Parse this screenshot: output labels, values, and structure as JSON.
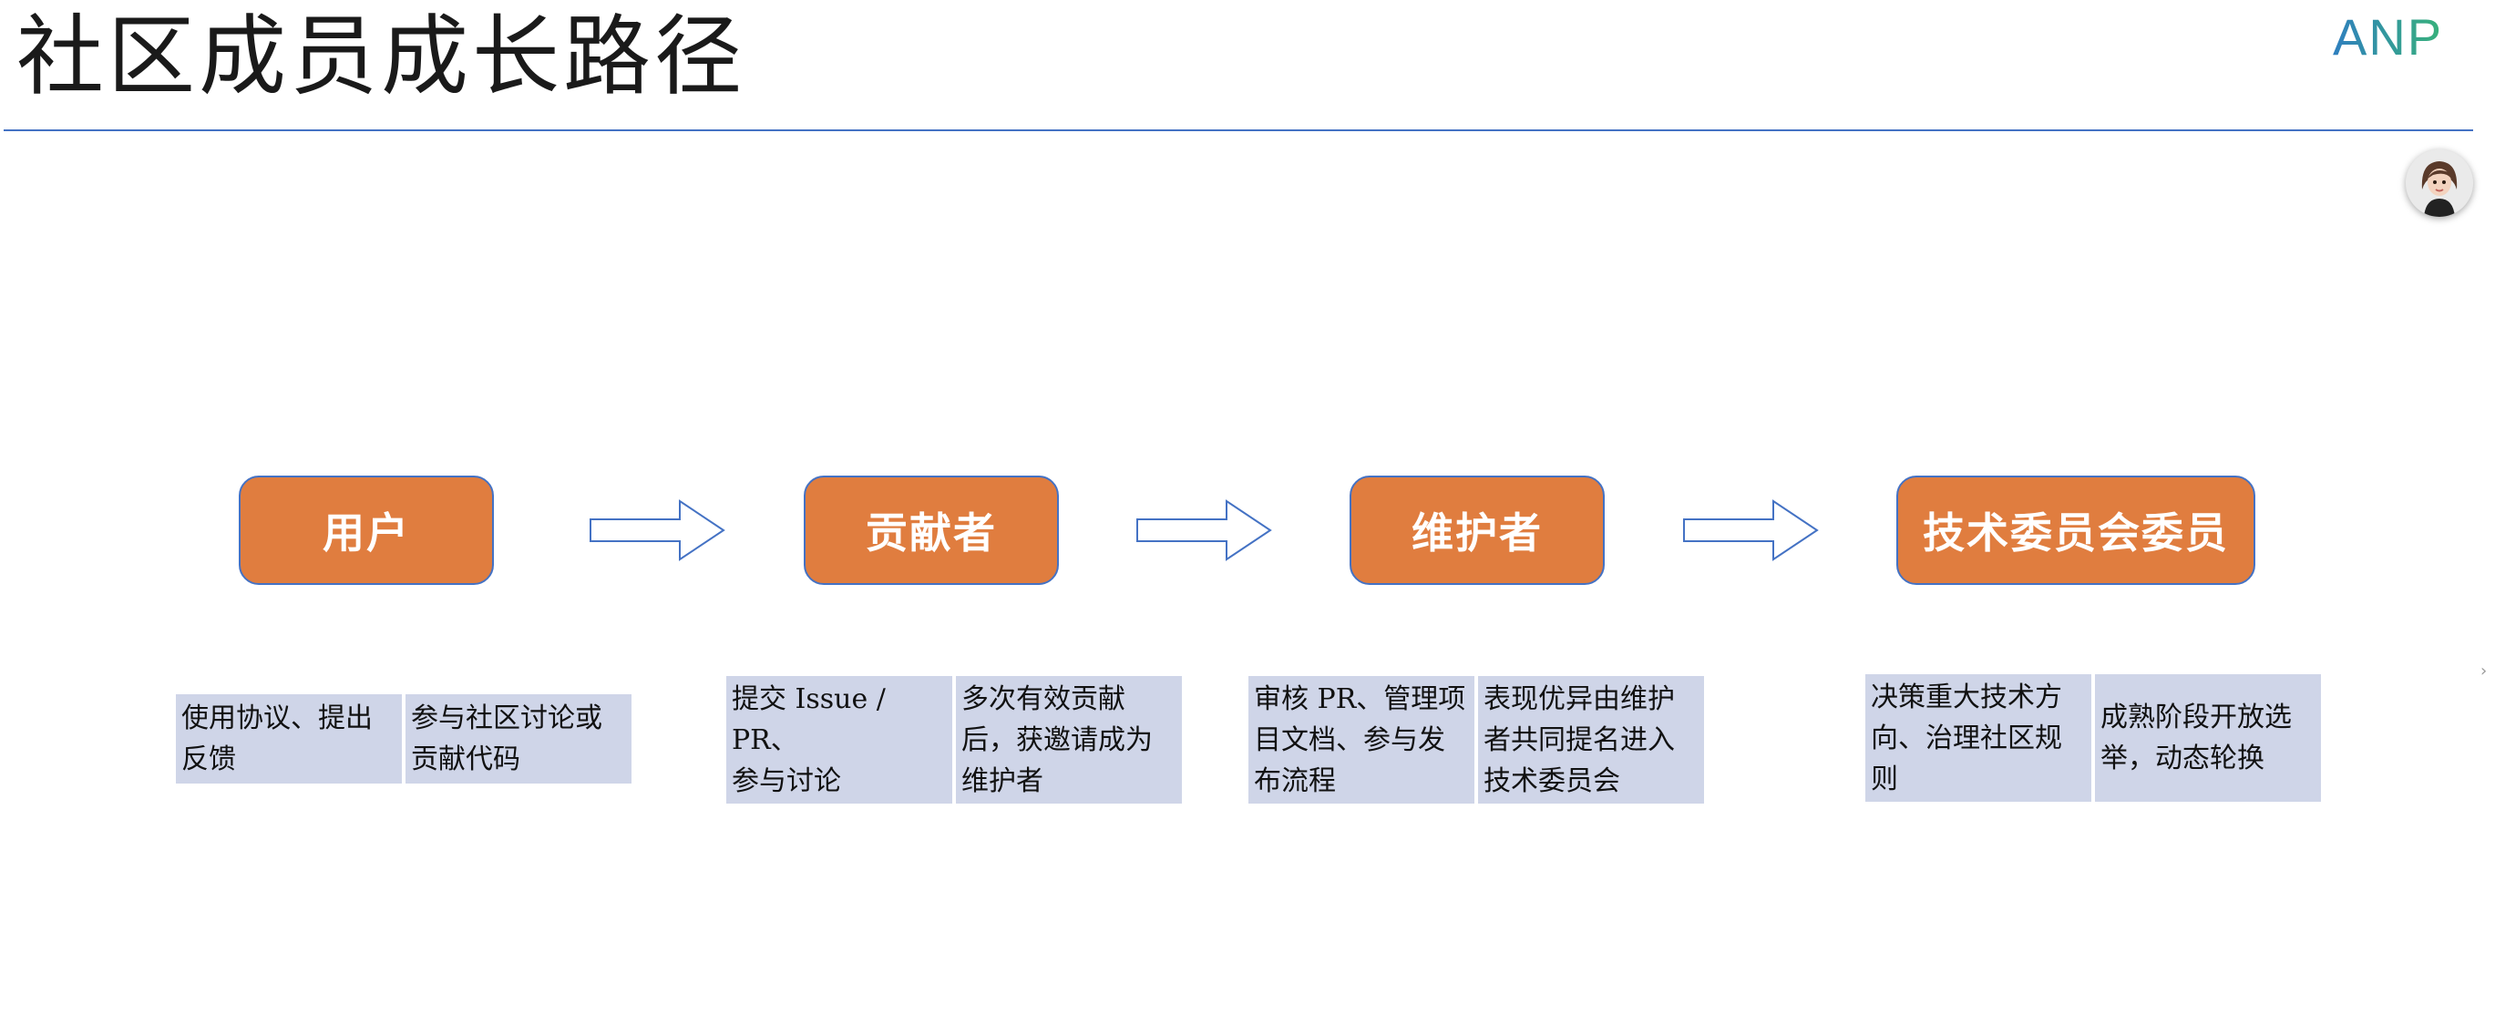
{
  "slide": {
    "title": "社区成员成长路径",
    "logo_text": "ANP",
    "avatar_icon": "user-avatar",
    "accent_color": "#4472c4",
    "stage_color": "#e07d3f",
    "desc_bg_color": "#cfd5e8"
  },
  "stages": [
    {
      "label": "用户"
    },
    {
      "label": "贡献者"
    },
    {
      "label": "维护者"
    },
    {
      "label": "技术委员会委员"
    }
  ],
  "descriptions": [
    {
      "left": "使用协议、提出\n反馈",
      "right": "参与社区讨论或\n贡献代码"
    },
    {
      "left": "提交 Issue / PR、\n参与讨论",
      "right": "多次有效贡献\n后，获邀请成为\n维护者"
    },
    {
      "left": "审核 PR、管理项\n目文档、参与发\n布流程",
      "right": "表现优异由维护\n者共同提名进入\n技术委员会"
    },
    {
      "left": "决策重大技术方\n向、治理社区规\n则",
      "right": "成熟阶段开放选\n举，动态轮换"
    }
  ]
}
